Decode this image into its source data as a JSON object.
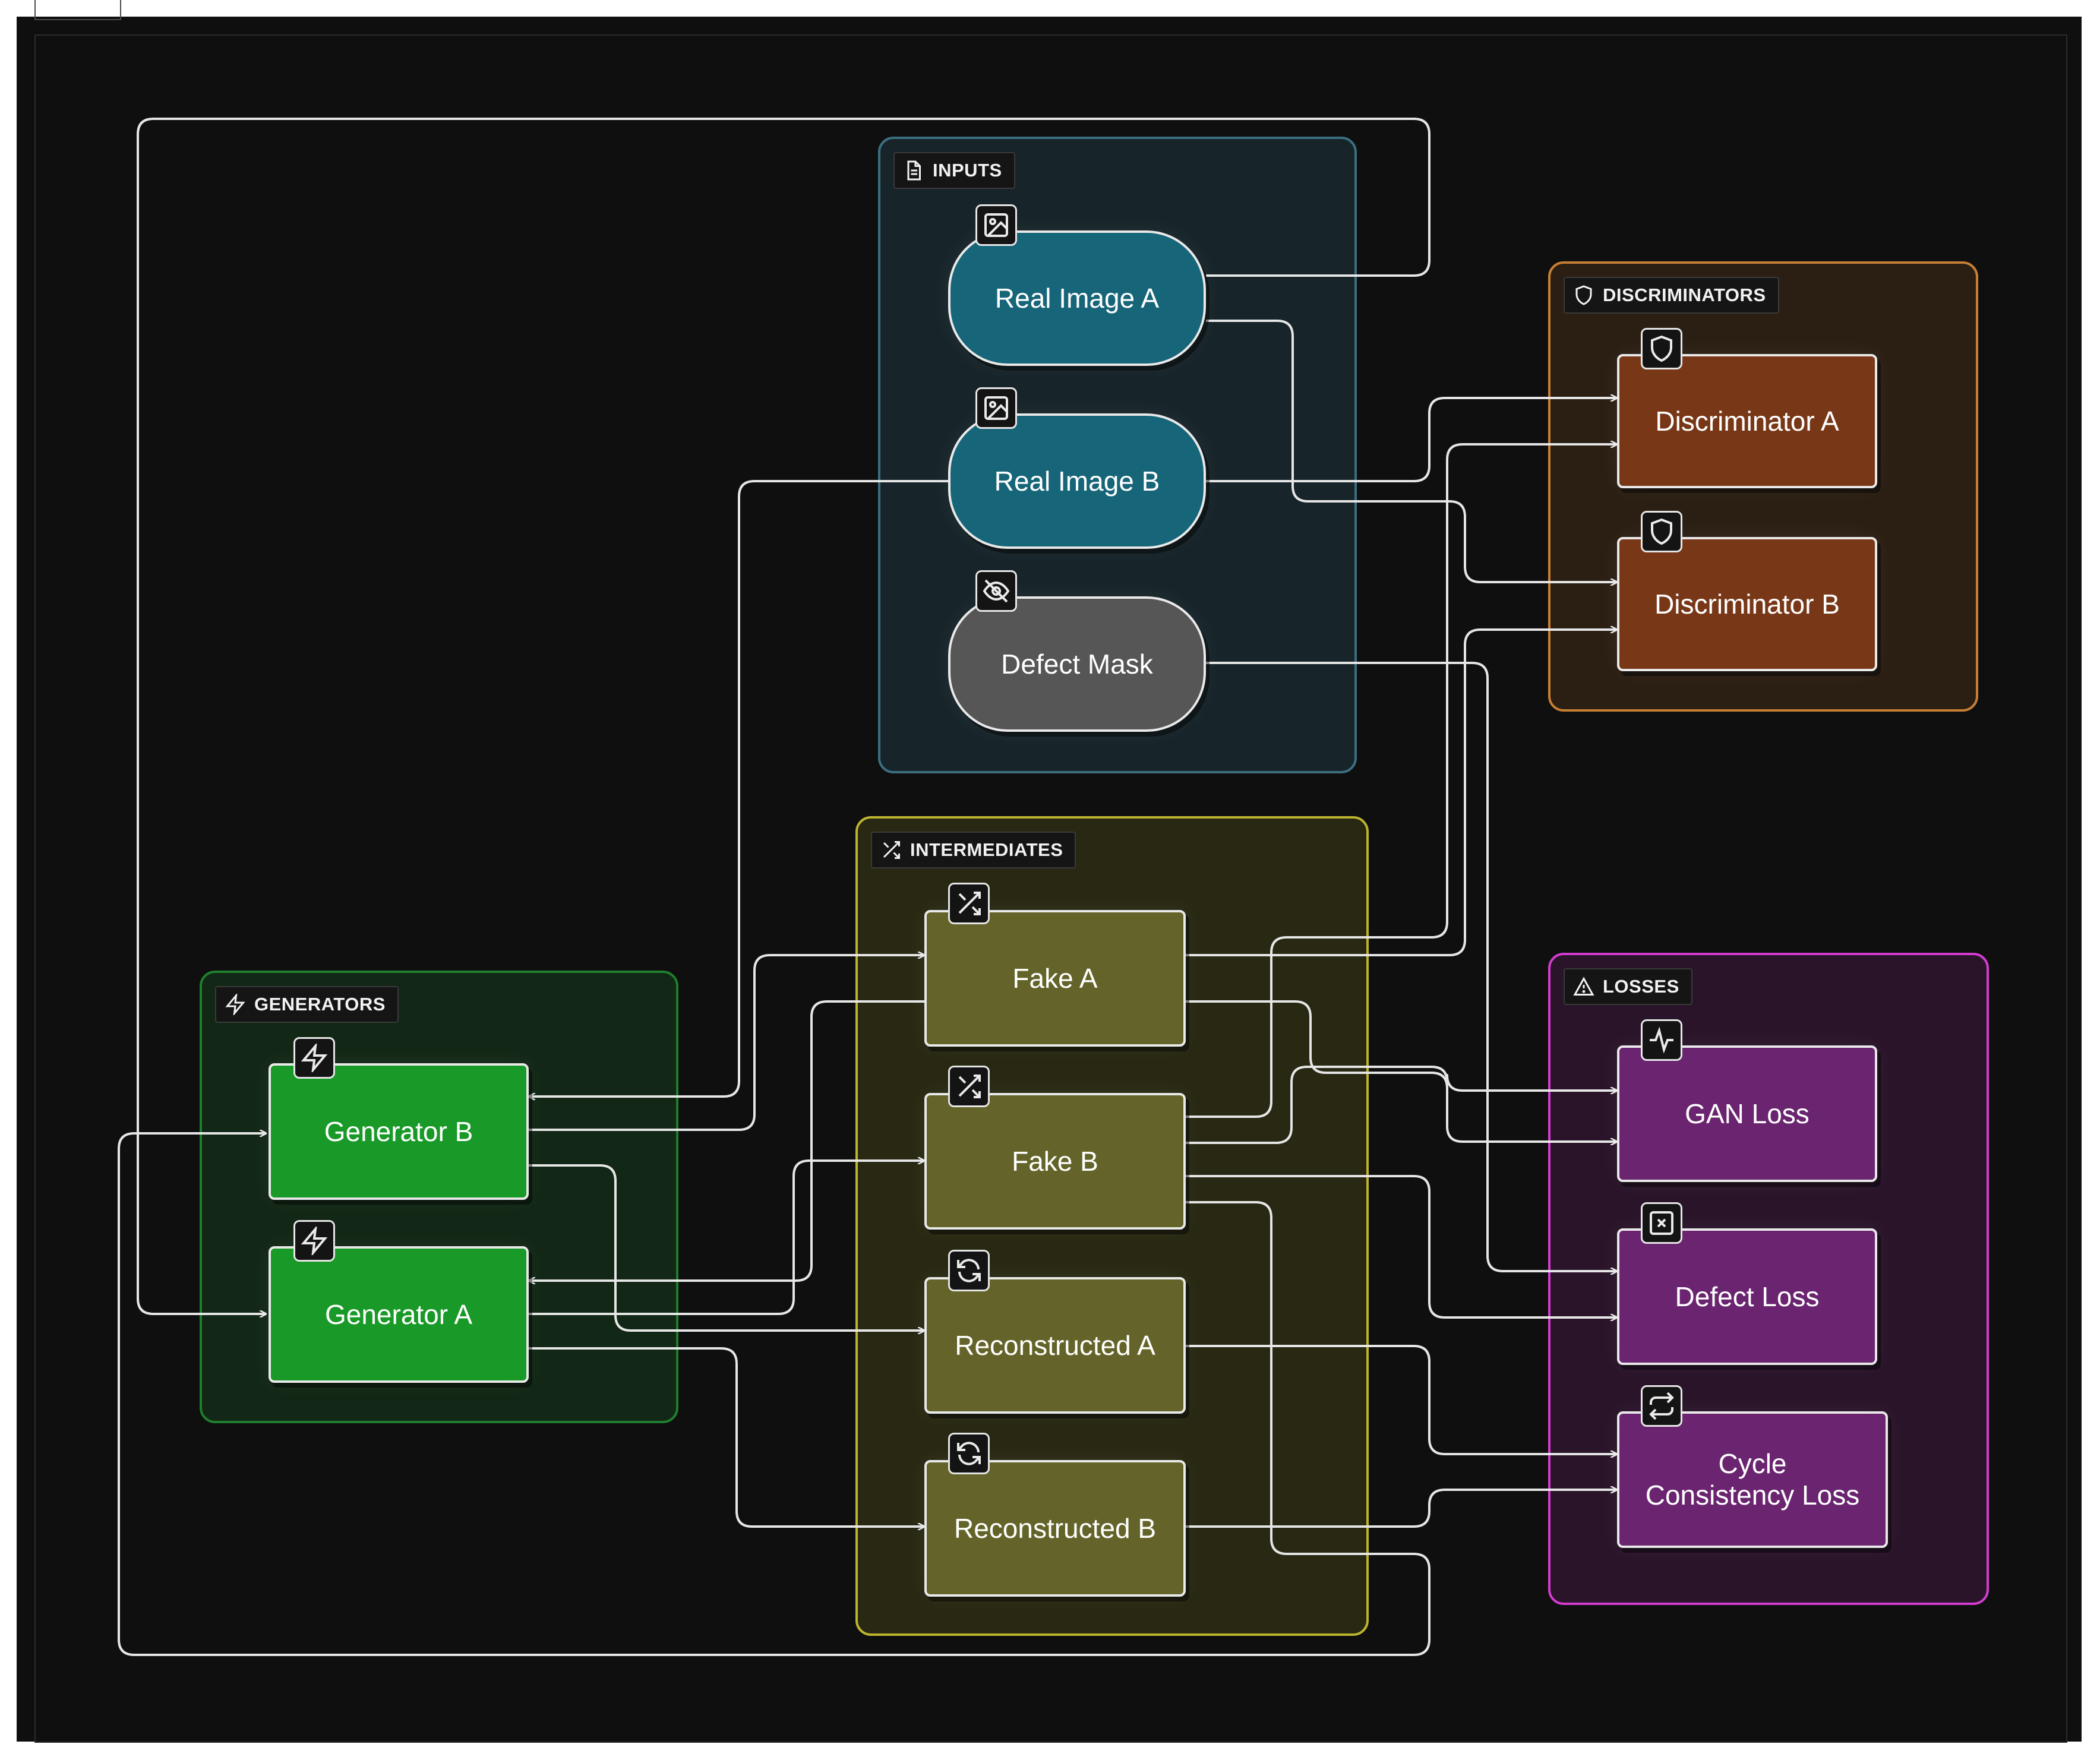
{
  "groups": {
    "inputs": {
      "label": "INPUTS",
      "icon": "document-icon",
      "color": "#3b7c8f"
    },
    "discriminators": {
      "label": "DISCRIMINATORS",
      "icon": "shield-icon",
      "color": "#d1893a"
    },
    "intermediates": {
      "label": "INTERMEDIATES",
      "icon": "shuffle-icon",
      "color": "#c9c236"
    },
    "generators": {
      "label": "GENERATORS",
      "icon": "lightning-icon",
      "color": "#1f8a2e"
    },
    "losses": {
      "label": "LOSSES",
      "icon": "warning-icon",
      "color": "#d53cd5"
    }
  },
  "nodes": {
    "real_image_a": {
      "label": "Real Image A",
      "icon": "image-icon",
      "color": "#1b6a80"
    },
    "real_image_b": {
      "label": "Real Image B",
      "icon": "image-icon",
      "color": "#1b6a80"
    },
    "defect_mask": {
      "label": "Defect Mask",
      "icon": "eye-off-icon",
      "color": "#5a5a5a"
    },
    "discriminator_a": {
      "label": "Discriminator A",
      "icon": "shield-icon",
      "color": "#7a3a1a"
    },
    "discriminator_b": {
      "label": "Discriminator B",
      "icon": "shield-icon",
      "color": "#7a3a1a"
    },
    "fake_a": {
      "label": "Fake A",
      "icon": "shuffle-icon",
      "color": "#6a6a2a"
    },
    "fake_b": {
      "label": "Fake B",
      "icon": "shuffle-icon",
      "color": "#6a6a2a"
    },
    "reconstructed_a": {
      "label": "Reconstructed A",
      "icon": "refresh-icon",
      "color": "#6a6a2a"
    },
    "reconstructed_b": {
      "label": "Reconstructed B",
      "icon": "refresh-icon",
      "color": "#6a6a2a"
    },
    "generator_b": {
      "label": "Generator B",
      "icon": "lightning-icon",
      "color": "#1aa02a"
    },
    "generator_a": {
      "label": "Generator A",
      "icon": "lightning-icon",
      "color": "#1aa02a"
    },
    "gan_loss": {
      "label": "GAN Loss",
      "icon": "pulse-icon",
      "color": "#6a2470"
    },
    "defect_loss": {
      "label": "Defect Loss",
      "icon": "x-square-icon",
      "color": "#6a2470"
    },
    "cycle_loss": {
      "label_line1": "Cycle",
      "label_line2": "Consistency Loss",
      "icon": "repeat-icon",
      "color": "#6a2470"
    }
  }
}
